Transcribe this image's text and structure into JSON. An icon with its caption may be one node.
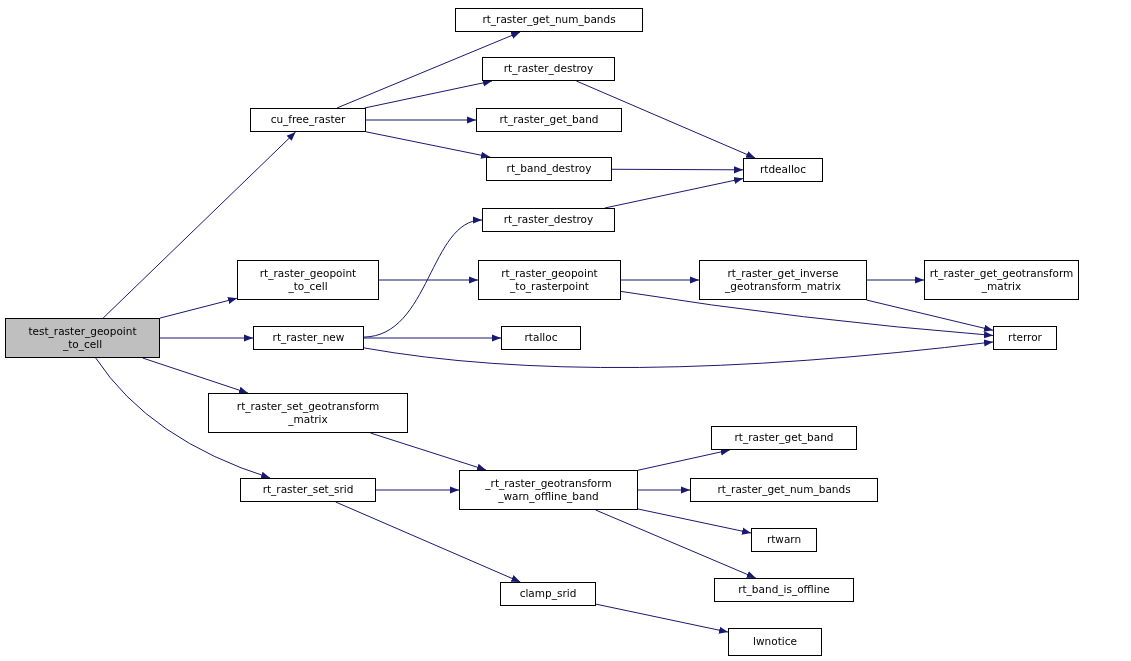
{
  "diagram": {
    "nodes": [
      {
        "text": [
          "test_raster_geopoint _to_cell"
        ]
      },
      {
        "text": [
          "cu_free_raster"
        ]
      },
      {
        "text": [
          "rt_raster_get_num_bands"
        ]
      },
      {
        "text": [
          "rt_raster_destroy"
        ]
      },
      {
        "text": [
          "rt_raster_get_band"
        ]
      },
      {
        "text": [
          "rt_band_destroy"
        ]
      },
      {
        "text": [
          "rtdealloc"
        ]
      },
      {
        "text": [
          "rt_raster_destroy"
        ]
      },
      {
        "text": [
          "rt_raster_geopoint _to_cell"
        ]
      },
      {
        "text": [
          "rt_raster_geopoint _to_rasterpoint"
        ]
      },
      {
        "text": [
          "rt_raster_get_inverse _geotransform_matrix"
        ]
      },
      {
        "text": [
          "rt_raster_get_geotransform _matrix"
        ]
      },
      {
        "text": [
          "rt_raster_new"
        ]
      },
      {
        "text": [
          "rtalloc"
        ]
      },
      {
        "text": [
          "rterror"
        ]
      },
      {
        "text": [
          "rt_raster_set_geotransform _matrix"
        ]
      },
      {
        "text": [
          "rt_raster_set_srid"
        ]
      },
      {
        "text": [
          "_rt_raster_geotransform _warn_offline_band"
        ]
      },
      {
        "text": [
          "rt_raster_get_band"
        ]
      },
      {
        "text": [
          "rt_raster_get_num_bands"
        ]
      },
      {
        "text": [
          "rtwarn"
        ]
      },
      {
        "text": [
          "rt_band_is_offline"
        ]
      },
      {
        "text": [
          "clamp_srid"
        ]
      },
      {
        "text": [
          "lwnotice"
        ]
      }
    ],
    "edges": [
      {
        "from": 0,
        "to": 1,
        "arrow": "to"
      },
      {
        "from": 0,
        "to": 8,
        "arrow": "to"
      },
      {
        "from": 0,
        "to": 12,
        "arrow": "to"
      },
      {
        "from": 0,
        "to": 15,
        "arrow": "to"
      },
      {
        "from": 0,
        "to": 16,
        "arrow": "to"
      },
      {
        "from": 1,
        "to": 2,
        "arrow": "to"
      },
      {
        "from": 1,
        "to": 3,
        "arrow": "to"
      },
      {
        "from": 1,
        "to": 4,
        "arrow": "to"
      },
      {
        "from": 1,
        "to": 5,
        "arrow": "to"
      },
      {
        "from": 3,
        "to": 6,
        "arrow": "to"
      },
      {
        "from": 5,
        "to": 6,
        "arrow": "to"
      },
      {
        "from": 7,
        "to": 6,
        "arrow": "to"
      },
      {
        "from": 8,
        "to": 9,
        "arrow": "to"
      },
      {
        "from": 9,
        "to": 10,
        "arrow": "to"
      },
      {
        "from": 9,
        "to": 14,
        "arrow": "to"
      },
      {
        "from": 10,
        "to": 11,
        "arrow": "to"
      },
      {
        "from": 10,
        "to": 14,
        "arrow": "to"
      },
      {
        "from": 12,
        "to": 7,
        "arrow": "to"
      },
      {
        "from": 12,
        "to": 13,
        "arrow": "to"
      },
      {
        "from": 12,
        "to": 14,
        "arrow": "to"
      },
      {
        "from": 15,
        "to": 17,
        "arrow": "to"
      },
      {
        "from": 16,
        "to": 17,
        "arrow": "to"
      },
      {
        "from": 16,
        "to": 22,
        "arrow": "to"
      },
      {
        "from": 17,
        "to": 18,
        "arrow": "to"
      },
      {
        "from": 17,
        "to": 19,
        "arrow": "to"
      },
      {
        "from": 17,
        "to": 20,
        "arrow": "to"
      },
      {
        "from": 17,
        "to": 21,
        "arrow": "to"
      },
      {
        "from": 22,
        "to": 23,
        "arrow": "to"
      }
    ]
  }
}
